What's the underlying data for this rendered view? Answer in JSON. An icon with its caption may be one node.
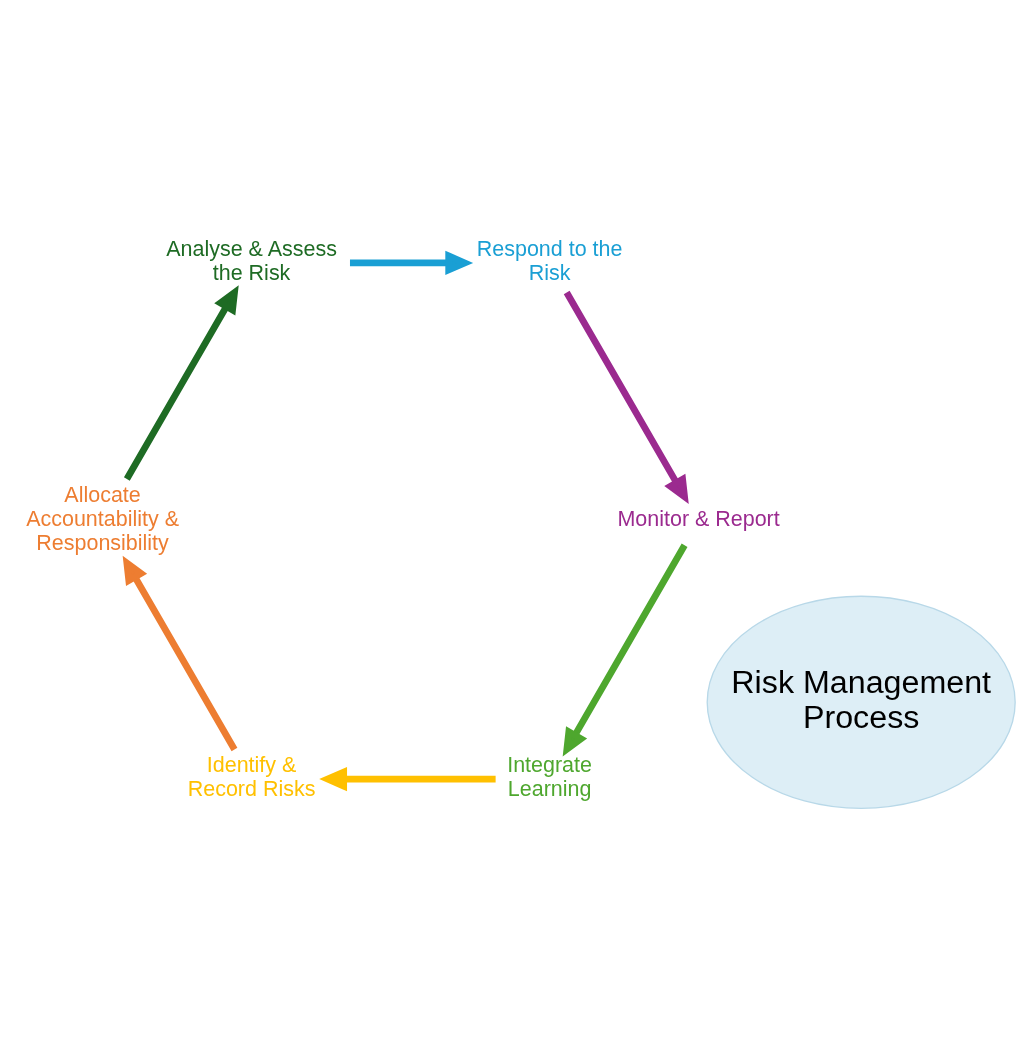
{
  "diagram": {
    "nodes": [
      {
        "text": [
          "Risk Management Process"
        ]
      },
      {
        "text": [
          "Integrate Learning"
        ]
      },
      {
        "text": [
          "Identify & Record Risks"
        ]
      },
      {
        "text": [
          "Allocate Accountability & Responsibility"
        ]
      },
      {
        "text": [
          "Analyse & Assess the Risk"
        ]
      },
      {
        "text": [
          "Respond to the Risk"
        ]
      },
      {
        "text": [
          "Monitor & Report"
        ]
      }
    ],
    "edges": [
      {
        "from": 1,
        "to": 2,
        "arrow": "to",
        "color": "#ffc000"
      },
      {
        "from": 2,
        "to": 3,
        "arrow": "to",
        "color": "#ed7d31"
      },
      {
        "from": 3,
        "to": 4,
        "arrow": "to",
        "color": "#1e6b24"
      },
      {
        "from": 4,
        "to": 5,
        "arrow": "to",
        "color": "#1a9fd4"
      },
      {
        "from": 5,
        "to": 6,
        "arrow": "to",
        "color": "#9b2a8f"
      },
      {
        "from": 6,
        "to": 1,
        "arrow": "to",
        "color": "#4ea72e"
      }
    ]
  }
}
